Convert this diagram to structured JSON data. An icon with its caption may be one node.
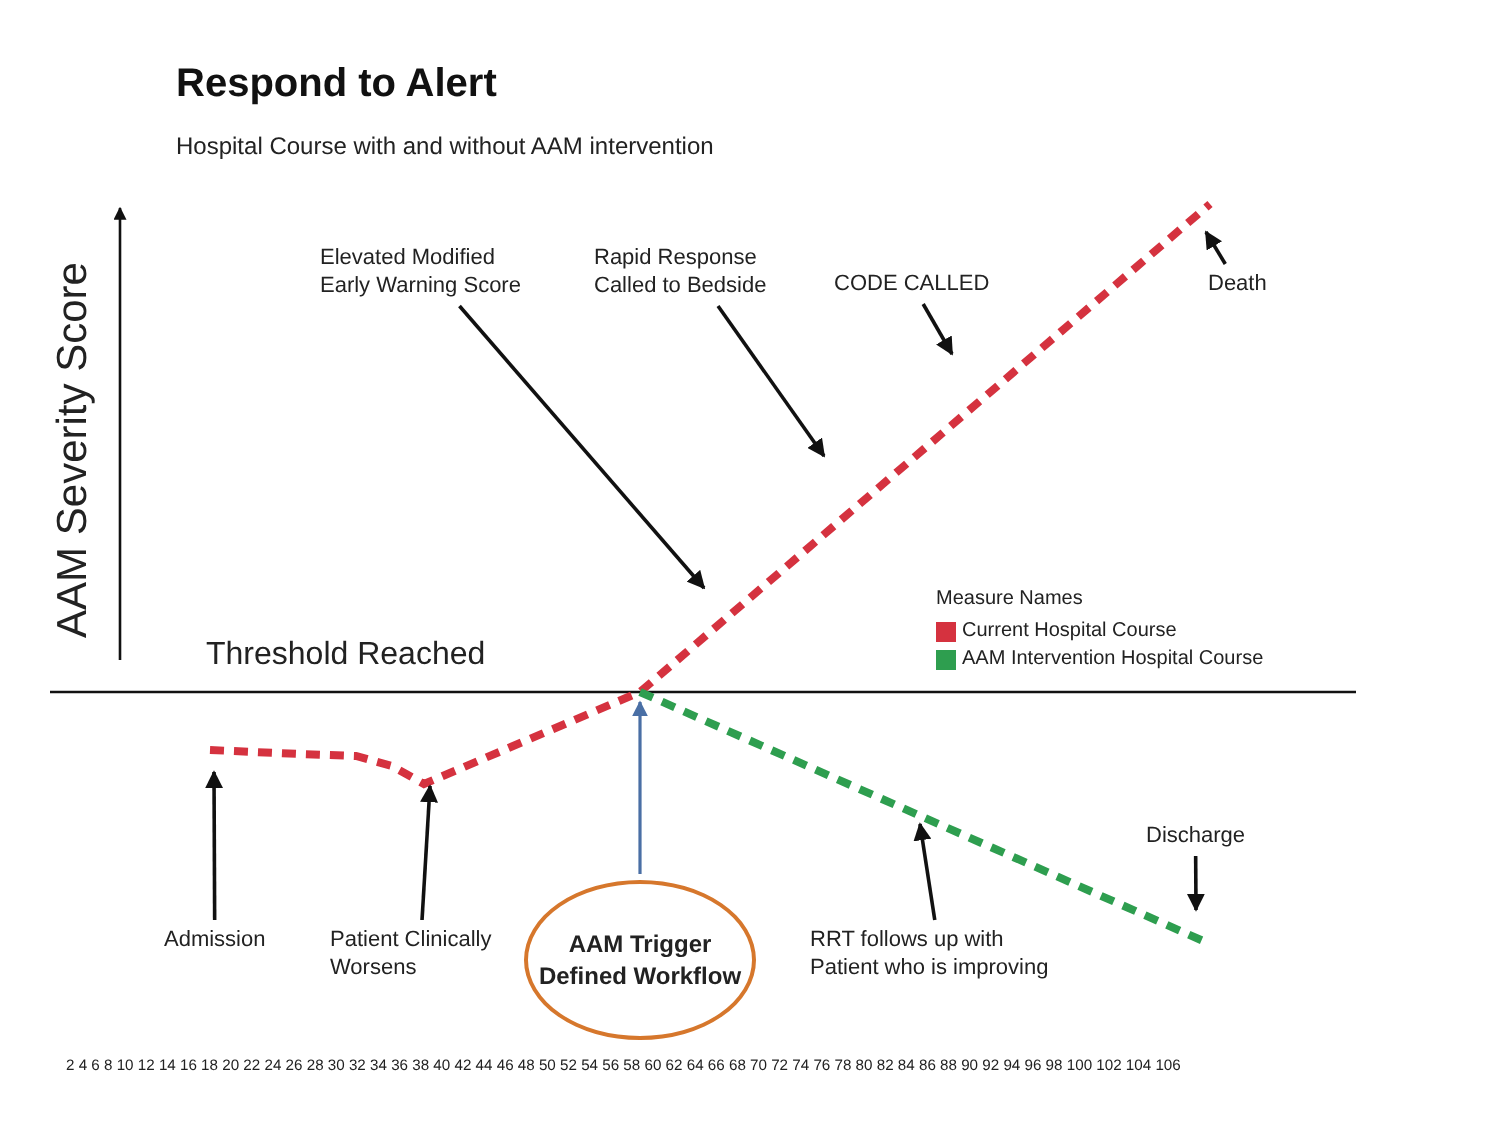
{
  "diagram": {
    "title": "Respond to Alert",
    "nodes": [
      {
        "text": [
          "Elevated Modified Early Warning Score"
        ]
      },
      {
        "text": [
          "Rapid Response Called to Bedside"
        ]
      },
      {
        "text": [
          "CODE CALLED"
        ]
      },
      {
        "text": [
          "Death"
        ]
      },
      {
        "text": [
          "Admission"
        ]
      },
      {
        "text": [
          "Patient Clinically Worsens"
        ]
      },
      {
        "text": [
          "AAM Trigger Defined Workflow"
        ]
      },
      {
        "text": [
          "RRT follows up with Patient who is improving"
        ]
      },
      {
        "text": [
          "Discharge"
        ]
      }
    ],
    "edges": [
      {
        "from": 0,
        "to": null,
        "arrow": "to"
      },
      {
        "from": 1,
        "to": null,
        "arrow": "to"
      },
      {
        "from": 2,
        "to": null,
        "arrow": "to"
      },
      {
        "from": 3,
        "to": null,
        "arrow": "to"
      },
      {
        "from": 4,
        "to": null,
        "arrow": "to"
      },
      {
        "from": 5,
        "to": null,
        "arrow": "to"
      },
      {
        "from": 6,
        "to": null,
        "arrow": "to",
        "color": "#4a6fa5"
      },
      {
        "from": 7,
        "to": null,
        "arrow": "to"
      },
      {
        "from": 8,
        "to": null,
        "arrow": "to"
      }
    ],
    "labels": [
      "Hospital Course with and without AAM intervention",
      "AAM Severity Score",
      "Threshold Reached",
      "Measure Names",
      "2 4 6 8 10 12 14 16 18 20 22 24 26 28 30 32 34 36 38 40 42 44 46 48 50 52 54 56 58 60 62 64 66 68 70 72 74 76 78 80 82 84 86 88 90 92 94 96 98 100 102 104 106"
    ],
    "legend": [
      {
        "text": "Current Hospital Course",
        "color": "#d5323f"
      },
      {
        "text": "AAM Intervention Hospital Course",
        "color": "#2e9e4f"
      }
    ]
  }
}
